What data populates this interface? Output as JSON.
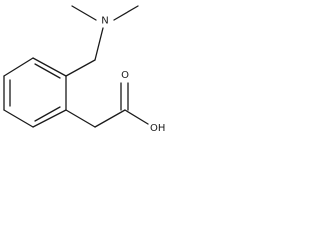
{
  "structure": {
    "atoms": {
      "nitrogen": "N",
      "carbonyl_oxygen": "O",
      "hydroxyl": "OH"
    }
  }
}
